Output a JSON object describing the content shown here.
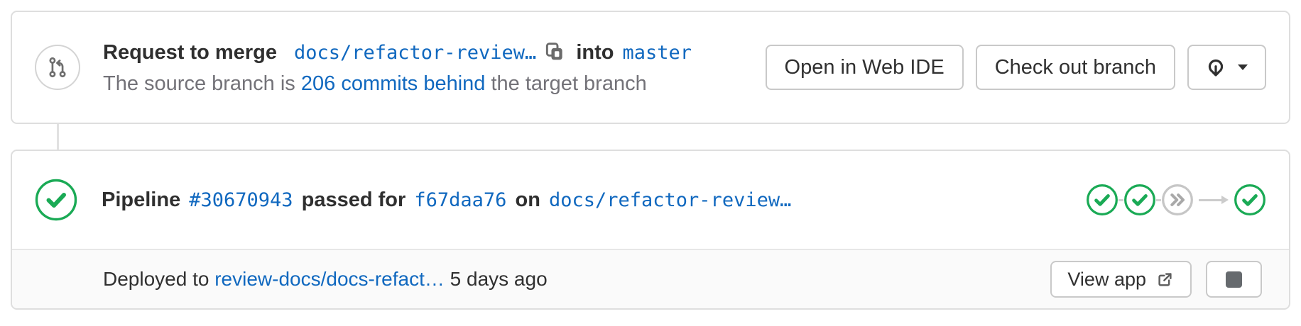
{
  "colors": {
    "link_blue": "#1068bf",
    "success_green": "#1aaa55",
    "skipped_gray": "#c6c6c6",
    "text_dark": "#2f2f2f",
    "text_gray": "#737278"
  },
  "merge_request": {
    "icon": "git-merge-request-icon",
    "title_prefix": "Request to merge",
    "source_branch": "docs/refactor-review…",
    "copy_icon": "copy-to-clipboard-icon",
    "into_label": "into",
    "target_branch": "master",
    "subtitle_prefix": "The source branch is",
    "subtitle_link": "206 commits behind",
    "subtitle_suffix": "the target branch",
    "actions": {
      "open_web_ide": "Open in Web IDE",
      "checkout_branch": "Check out branch",
      "download_icon": "download-icon",
      "caret_icon": "chevron-down-icon"
    }
  },
  "pipeline": {
    "status": "success",
    "status_icon": "status-success-icon",
    "label": "Pipeline",
    "id": "#30670943",
    "middle_text": "passed for",
    "commit": "f67daa76",
    "on_label": "on",
    "branch": "docs/refactor-review…",
    "mini_graph": {
      "stages": [
        "success",
        "success",
        "skipped"
      ],
      "downstream": "success"
    }
  },
  "deployment": {
    "prefix": "Deployed to",
    "environment": "review-docs/docs-refact…",
    "time_ago": "5 days ago",
    "view_app_label": "View app",
    "external_link_icon": "external-link-icon",
    "stop_icon": "stop-icon"
  }
}
